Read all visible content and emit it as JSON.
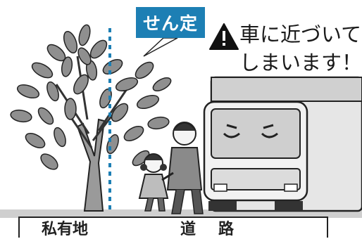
{
  "callout": {
    "tag_label": "せん定",
    "warning_line1": "車に近づいて",
    "warning_line2": "しまいます！"
  },
  "ground": {
    "private_land_label": "私有地",
    "road_label": "道路"
  },
  "colors": {
    "accent_blue": "#1d7fb4",
    "leaf_gray": "#8f8f8f",
    "outline": "#222222",
    "truck_body": "#e6e6e6"
  },
  "icons": {
    "warning": "warning-triangle-icon"
  }
}
